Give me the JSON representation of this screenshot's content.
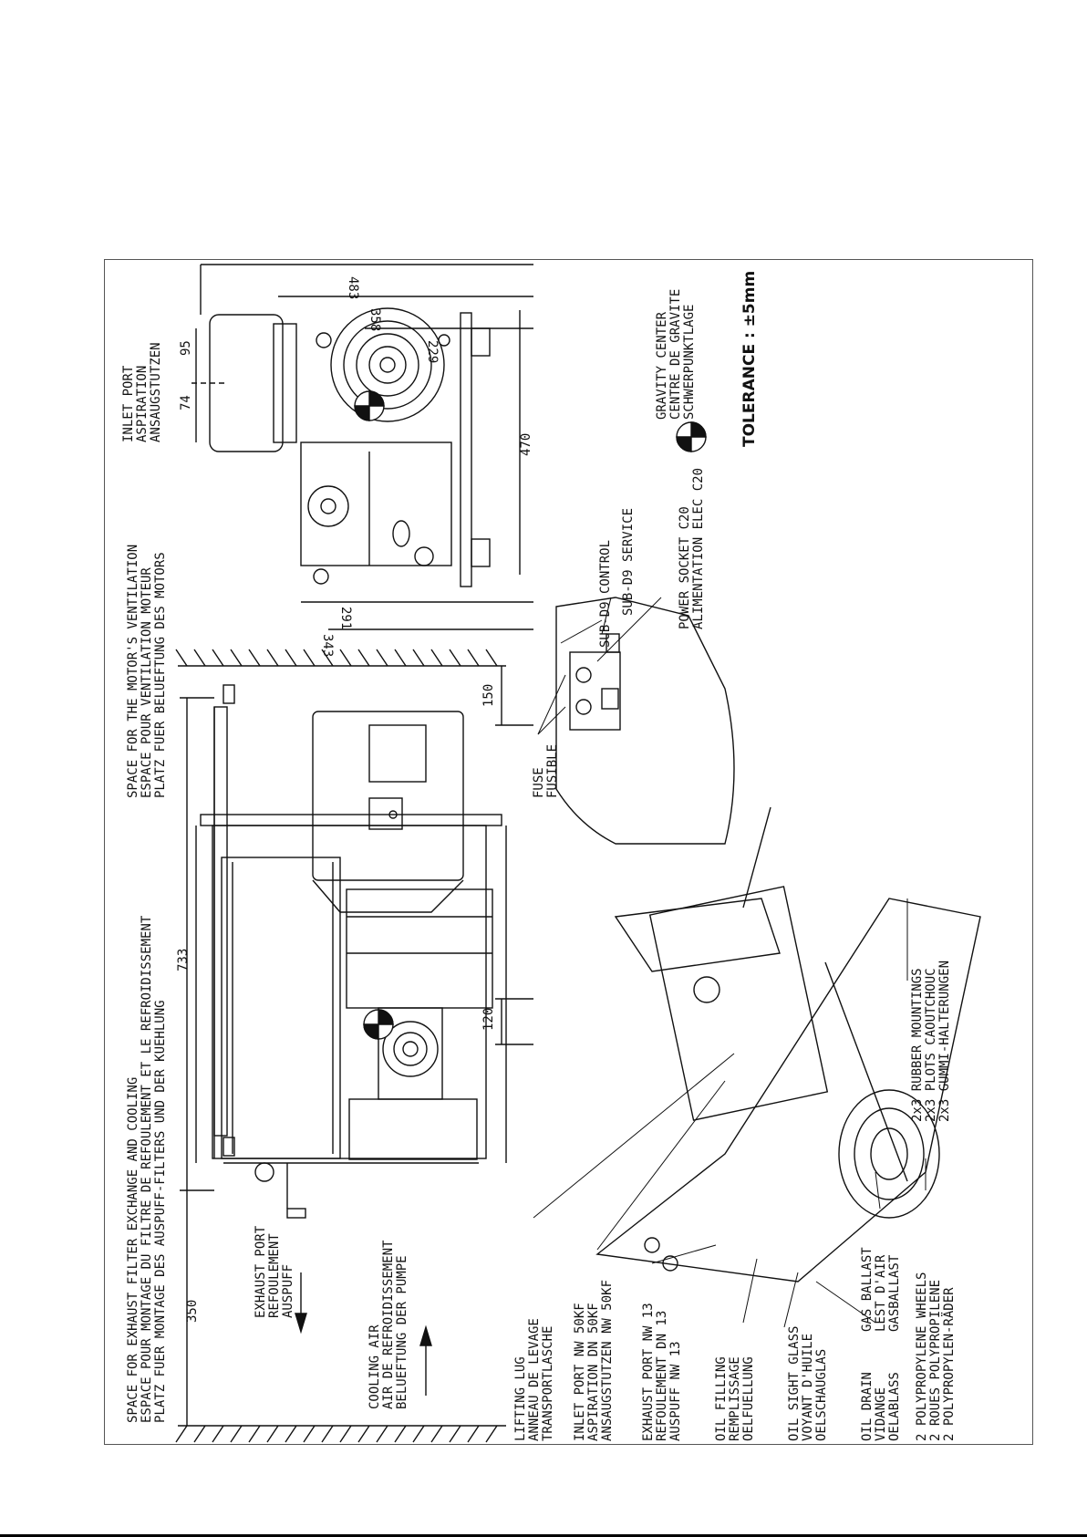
{
  "drawing": {
    "notes": {
      "space_exhaust": [
        "SPACE FOR EXHAUST FILTER EXCHANGE AND COOLING",
        "ESPACE POUR MONTAGE DU FILTRE DE REFOULEMENT ET LE REFROIDISSEMENT",
        "PLATZ FUER MONTAGE DES AUSPUFF-FILTERS UND DER KUEHLUNG"
      ],
      "space_motor": [
        "SPACE FOR THE MOTOR'S VENTILATION",
        "ESPACE POUR VENTILATION MOTEUR",
        "PLATZ FUER BELUEFTUNG DES MOTORS"
      ],
      "inlet_port_top": [
        "INLET PORT",
        "ASPIRATION",
        "ANSAUGSTUTZEN"
      ],
      "exhaust_port_side": [
        "EXHAUST PORT",
        "REFOULEMENT",
        "AUSPUFF"
      ],
      "cooling_air": [
        "COOLING AIR",
        "AIR DE REFROIDISSEMENT",
        "BELUEFTUNG DER PUMPE"
      ],
      "sub_d9_control": "SUB-D9 CONTROL",
      "sub_d9_service": "SUB-D9 SERVICE",
      "power_socket": [
        "POWER SOCKET C20",
        "ALIMENTATION ELEC C20"
      ],
      "fuse": [
        "FUSE",
        "FUSIBLE"
      ],
      "gravity_center": [
        "GRAVITY CENTER",
        "CENTRE DE GRAVITE",
        "SCHWERPUNKTLAGE"
      ],
      "tolerance": "TOLERANCE : ±5mm",
      "lifting_lug": [
        "LIFTING LUG",
        "ANNEAU DE LEVAGE",
        "TRANSPORTLASCHE"
      ],
      "inlet_port": [
        "INLET PORT NW 50KF",
        "ASPIRATION DN 50KF",
        "ANSAUGSTUTZEN NW 50KF"
      ],
      "exhaust_port": [
        "EXHAUST PORT NW 13",
        "REFOULEMENT DN 13",
        "AUSPUFF NW 13"
      ],
      "oil_filling": [
        "OIL FILLING",
        "REMPLISSAGE",
        "OELFUELLUNG"
      ],
      "oil_sight_glass": [
        "OIL SIGHT GLASS",
        "VOYANT D'HUILE",
        "OELSCHAUGLAS"
      ],
      "oil_drain": [
        "OIL DRAIN",
        "VIDANGE",
        "OELABLASS"
      ],
      "gas_ballast": [
        "GAS BALLAST",
        "LEST D'AIR",
        "GASBALLAST"
      ],
      "wheels": [
        "2 POLYPROPYLENE WHEELS",
        "2 ROUES POLYPROPILENE",
        "2 POLYPROPYLEN-RÄDER"
      ],
      "rubber_mountings": [
        "2x3 RUBBER MOUNTINGS",
        "2x3 PLOTS CAOUTCHOUC",
        "2x3 GUMMI-HALTERUNGEN"
      ]
    },
    "dimensions": {
      "d350": "350",
      "d733": "733",
      "d150": "150",
      "d120": "120",
      "d483": "483",
      "d358": "358",
      "d229": "229",
      "d95": "95",
      "d74": "74",
      "d470": "470",
      "d291": "291",
      "d343": "343"
    }
  }
}
